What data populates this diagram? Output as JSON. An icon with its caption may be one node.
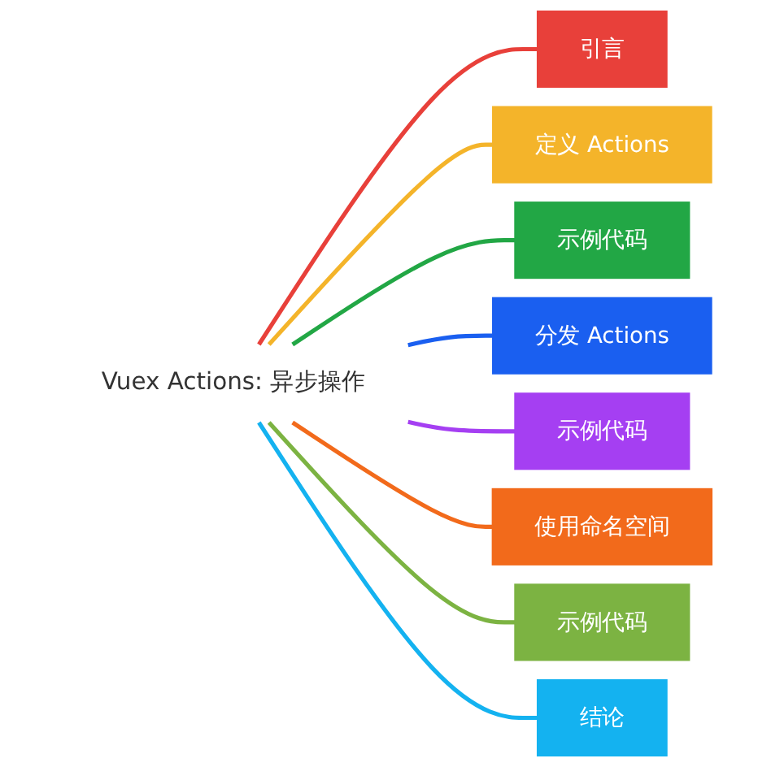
{
  "diagram": {
    "nodes": [
      {
        "text": [
          "Vuex Actions: 异步操作"
        ]
      },
      {
        "text": [
          "引言"
        ]
      },
      {
        "text": [
          "定义 Actions"
        ]
      },
      {
        "text": [
          "示例代码"
        ]
      },
      {
        "text": [
          "分发 Actions"
        ]
      },
      {
        "text": [
          "示例代码"
        ]
      },
      {
        "text": [
          "使用命名空间"
        ]
      },
      {
        "text": [
          "示例代码"
        ]
      },
      {
        "text": [
          "结论"
        ]
      }
    ],
    "edges": [
      {
        "from": 0,
        "to": 1,
        "arrow": "none",
        "color": "#e8403a"
      },
      {
        "from": 0,
        "to": 2,
        "arrow": "none",
        "color": "#f4b42a"
      },
      {
        "from": 0,
        "to": 3,
        "arrow": "none",
        "color": "#22a745"
      },
      {
        "from": 0,
        "to": 4,
        "arrow": "none",
        "color": "#1a5ff0"
      },
      {
        "from": 0,
        "to": 5,
        "arrow": "none",
        "color": "#a53ff2"
      },
      {
        "from": 0,
        "to": 6,
        "arrow": "none",
        "color": "#f26a1b"
      },
      {
        "from": 0,
        "to": 7,
        "arrow": "none",
        "color": "#7cb342"
      },
      {
        "from": 0,
        "to": 8,
        "arrow": "none",
        "color": "#14b2f0"
      }
    ]
  }
}
